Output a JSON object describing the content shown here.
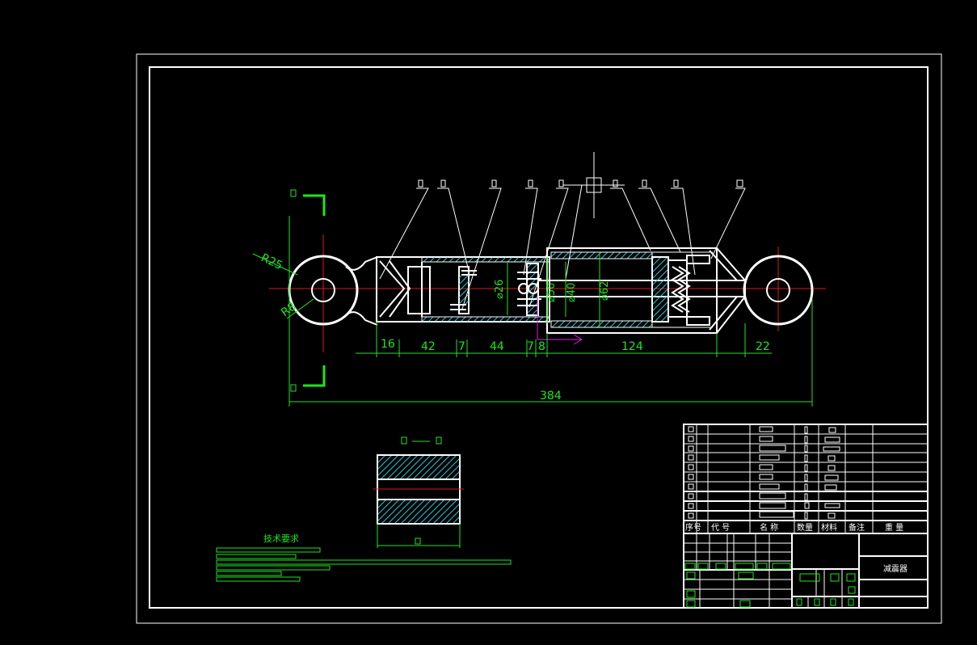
{
  "drawing": {
    "dimensions": {
      "r25": "R25",
      "r8": "R8",
      "d16": "16",
      "d42": "42",
      "d7a": "7",
      "d44": "44",
      "d7b": "7",
      "d8": "8",
      "d124": "124",
      "d22": "22",
      "d384": "384",
      "phi26": "⌀26",
      "phi50": "⌀50",
      "phi40": "⌀40",
      "phi62": "⌀62"
    },
    "tech_requirements_heading": "技术要求",
    "title_block": {
      "col_seq": "序号",
      "col_code": "代 号",
      "col_name": "名 称",
      "col_qty": "数量",
      "col_material": "材料",
      "col_note": "备注",
      "col_weight": "重 量",
      "drawing_name": "减震器"
    }
  },
  "colors": {
    "background": "#000000",
    "outline": "#ffffff",
    "dimension": "#1ee61e",
    "centerline": "#e01818",
    "hatch": "#1ec8d6",
    "ucs": "#e020e0"
  }
}
